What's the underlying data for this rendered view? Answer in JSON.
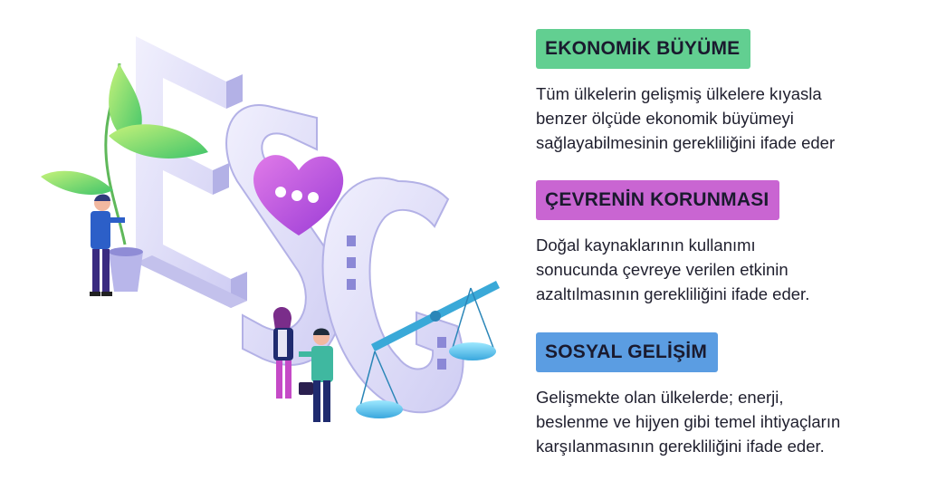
{
  "colors": {
    "green": "#62cf91",
    "magenta": "#c965d2",
    "blue": "#5b9de2",
    "letters": "#dad9f5",
    "letter_shadow": "#b3b1e6",
    "heart": "#b44fd9",
    "leaf": "#7fd86a"
  },
  "sections": [
    {
      "title": "EKONOMİK BÜYÜME",
      "color": "#62cf91",
      "lines": [
        "Tüm ülkelerin gelişmiş ülkelere kıyasla",
        "benzer ölçüde ekonomik büyümeyi",
        "sağlayabilmesinin gerekliliğini ifade eder"
      ]
    },
    {
      "title": "ÇEVRENİN KORUNMASI",
      "color": "#c965d2",
      "lines": [
        "Doğal kaynaklarının kullanımı",
        "sonucunda çevreye verilen etkinin",
        "azaltılmasının gerekliliğini ifade eder."
      ]
    },
    {
      "title": "SOSYAL GELİŞİM",
      "color": "#5b9de2",
      "lines": [
        "Gelişmekte olan ülkelerde; enerji,",
        "beslenme ve hijyen gibi temel ihtiyaçların",
        "karşılanmasının gerekliliğini ifade eder."
      ]
    }
  ]
}
